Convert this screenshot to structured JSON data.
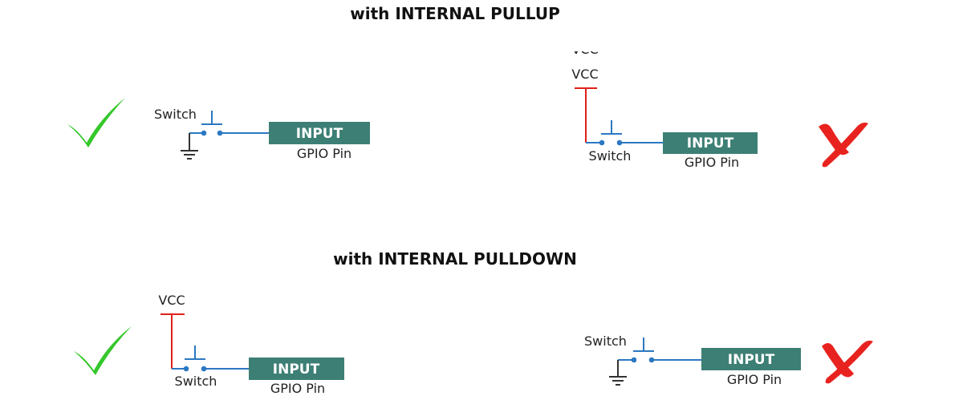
{
  "headings": {
    "pullup": "with INTERNAL PULLUP",
    "pulldown": "with INTERNAL PULLDOWN"
  },
  "labels": {
    "switch": "Switch",
    "vcc": "VCC",
    "input": "INPUT",
    "gpio": "GPIO Pin",
    "vcc_partial": "VCC"
  },
  "icons": {
    "correct": "check-mark-icon",
    "wrong": "cross-mark-icon",
    "ground": "ground-symbol-icon"
  },
  "colors": {
    "wire_blue": "#2b78c2",
    "vcc_red": "#e0201a",
    "input_box": "#3d7f75",
    "check_green": "#35c72a",
    "cross_red": "#e8231f",
    "text": "#222222"
  }
}
